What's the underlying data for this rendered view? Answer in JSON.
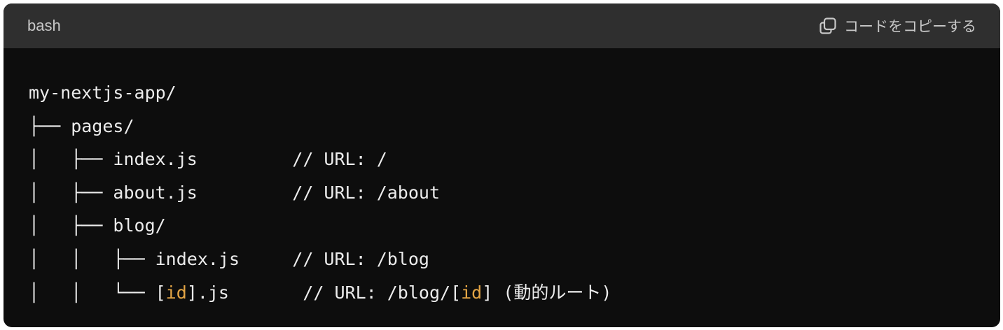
{
  "header": {
    "language": "bash",
    "copy_label": "コードをコピーする",
    "copy_icon": "copy-icon"
  },
  "colors": {
    "background": "#0d0d0d",
    "header": "#2f2f2f",
    "text": "#ececec",
    "highlight": "#e4a545"
  },
  "code": {
    "lines": [
      {
        "text": "my-nextjs-app/"
      },
      {
        "text": "├── pages/"
      },
      {
        "text": "│   ├── index.js         // URL: /"
      },
      {
        "text": "│   ├── about.js         // URL: /about"
      },
      {
        "text": "│   ├── blog/"
      },
      {
        "text": "│   │   ├── index.js     // URL: /blog"
      },
      {
        "prefix": "│   │   └── [",
        "id1": "id",
        "mid": "].js       // URL: /blog/[",
        "id2": "id",
        "suffix": "] (動的ルート)"
      }
    ]
  }
}
